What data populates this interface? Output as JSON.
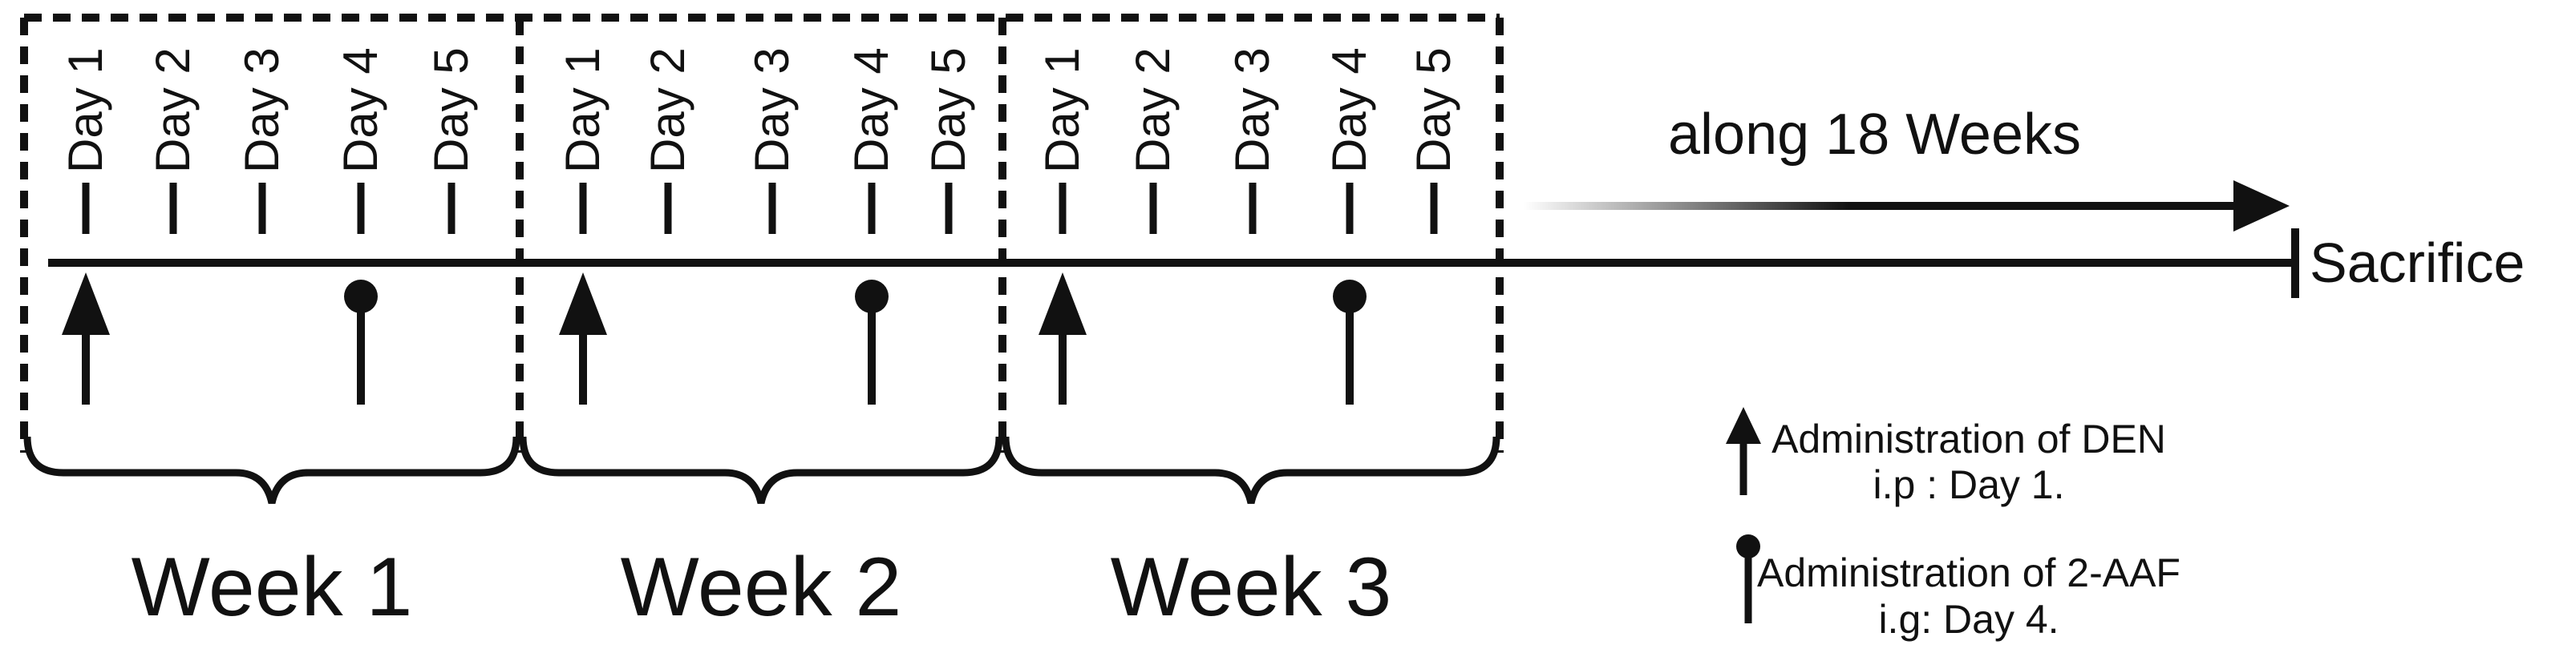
{
  "timeline": {
    "weeks": [
      {
        "label": "Week 1",
        "days": [
          "Day 1",
          "Day 2",
          "Day 3",
          "Day 4",
          "Day 5"
        ]
      },
      {
        "label": "Week 2",
        "days": [
          "Day 1",
          "Day 2",
          "Day 3",
          "Day 4",
          "Day 5"
        ]
      },
      {
        "label": "Week 3",
        "days": [
          "Day 1",
          "Day 2",
          "Day 3",
          "Day 4",
          "Day 5"
        ]
      }
    ],
    "duration_label": "along 18 Weeks",
    "end_label": "Sacrifice"
  },
  "markers": {
    "den_day": "Day 1",
    "aaf_day": "Day 4"
  },
  "legend": {
    "items": [
      {
        "icon": "arrow-up-icon",
        "line1": "Administration of DEN",
        "line2": "i.p : Day 1."
      },
      {
        "icon": "lollipop-pin-icon",
        "line1": "Administration of 2-AAF",
        "line2": "i.g: Day 4."
      }
    ]
  },
  "colors": {
    "ink": "#111111",
    "background": "#ffffff"
  }
}
